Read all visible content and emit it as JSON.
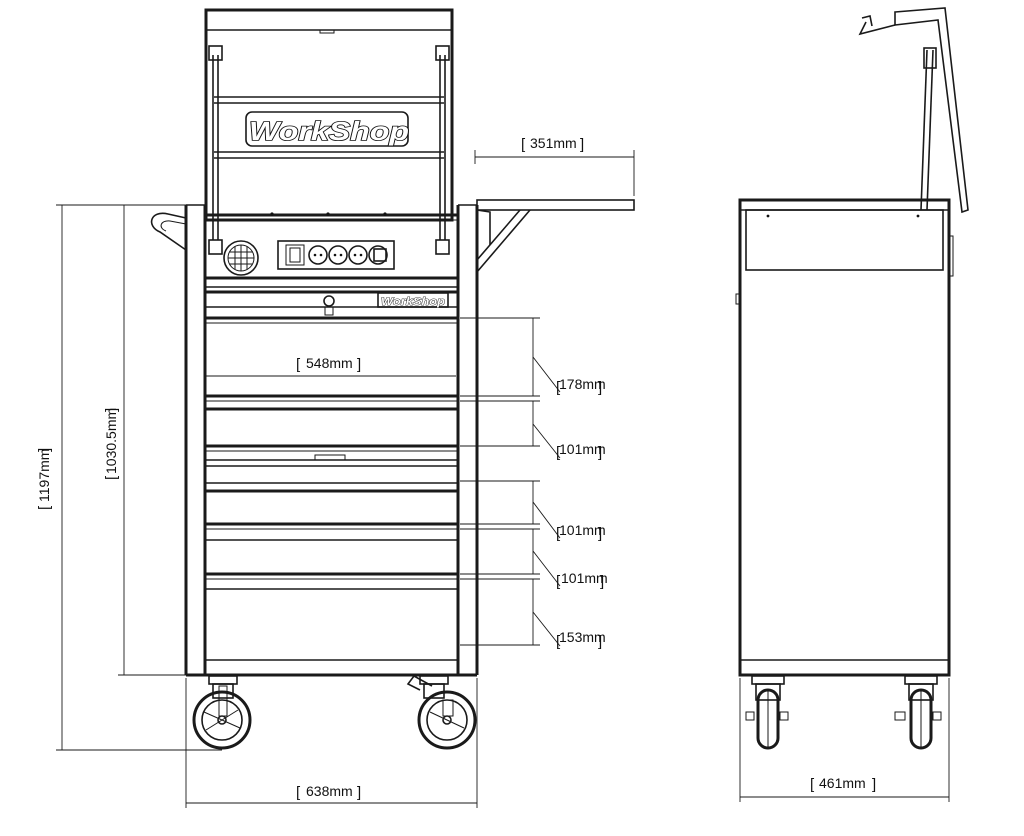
{
  "brand": {
    "logo_large": "WorkShop",
    "logo_small": "WorkShop"
  },
  "dimensions": {
    "shelf_depth": "351mm",
    "drawer_width": "548mm",
    "drawer_1_height": "178mm",
    "drawer_2_height": "101mm",
    "drawer_3_height": "101mm",
    "drawer_4_height": "101mm",
    "drawer_5_height": "153mm",
    "total_height": "1197mm",
    "body_height": "1030.5mm",
    "total_width": "638mm",
    "side_depth": "461mm"
  }
}
